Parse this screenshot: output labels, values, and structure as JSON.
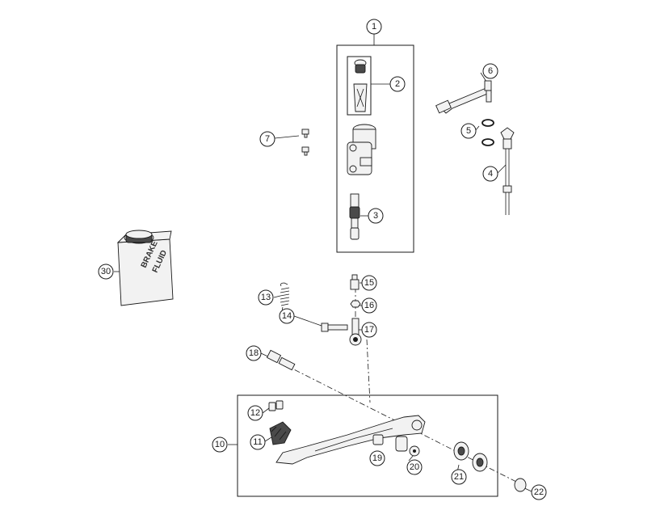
{
  "callouts": [
    "1",
    "2",
    "3",
    "4",
    "5",
    "6",
    "7",
    "10",
    "11",
    "12",
    "13",
    "14",
    "15",
    "16",
    "17",
    "18",
    "19",
    "20",
    "21",
    "22",
    "30"
  ],
  "brake_fluid_label": [
    "BRAKE",
    "FLUID"
  ]
}
